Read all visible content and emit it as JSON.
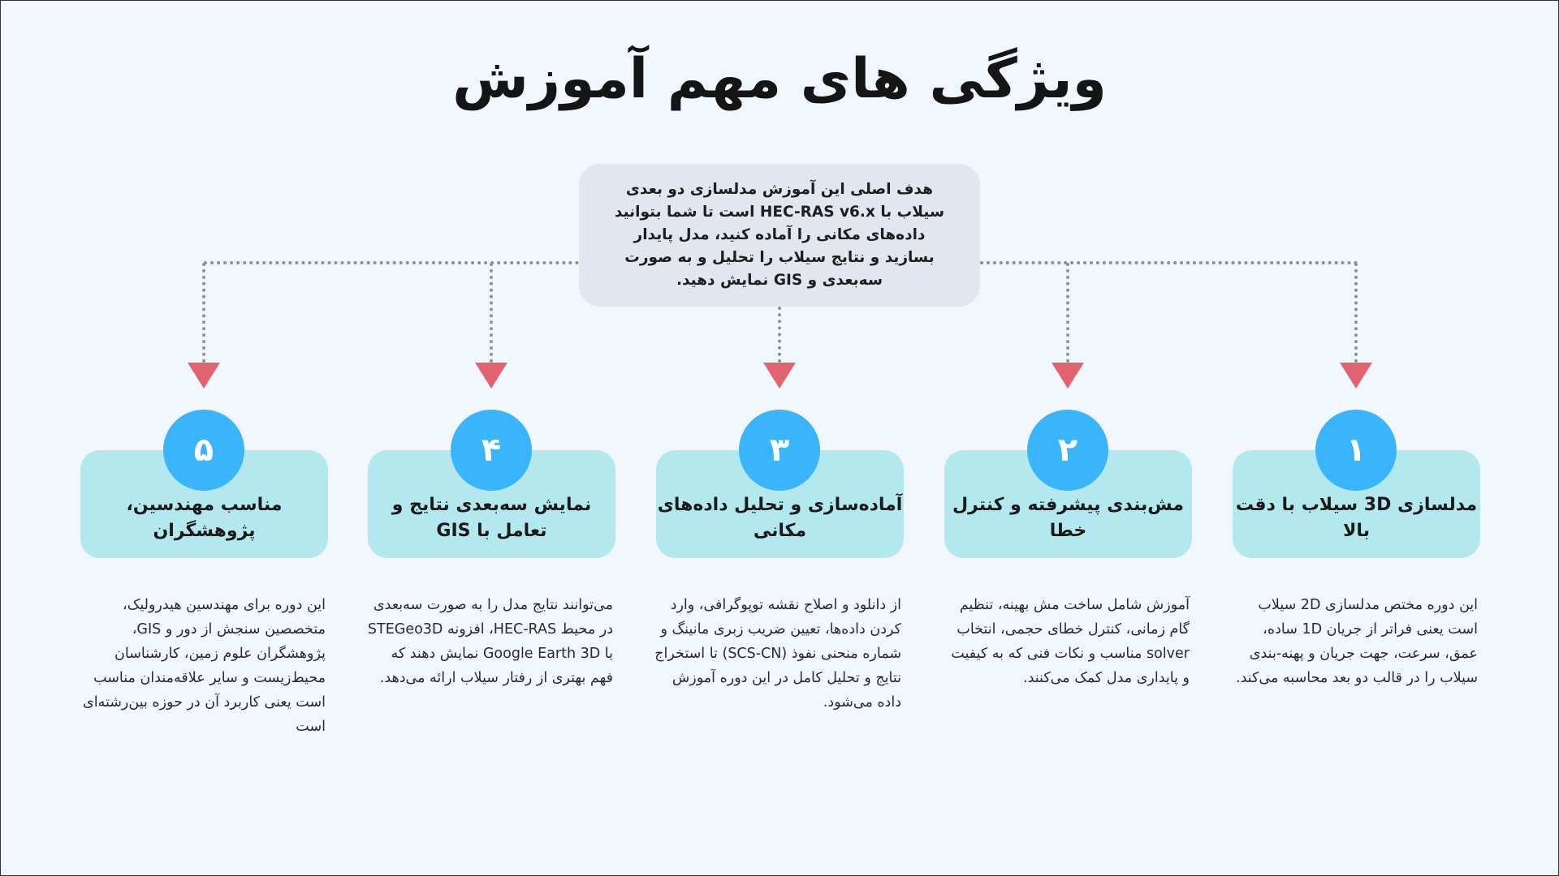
{
  "title": "ویژگی های مهم آموزش",
  "center_text": "هدف اصلی این آموزش مدلسازی دو بعدی سیلاب با HEC-RAS v6.x است تا شما بتوانید داده‌های مکانی را آماده کنید، مدل پایدار بسازید و نتایج سیلاب را تحلیل و به صورت سه‌بعدی و GIS نمایش دهید.",
  "colors": {
    "background": "#f2f7fd",
    "center_box": "#e2e6ef",
    "card": "#b3e9ee",
    "circle": "#3ab4fa",
    "arrow": "#e0636f",
    "connector": "#8c8f94"
  },
  "features": [
    {
      "number": "۱",
      "heading": "مدلسازی 3D سیلاب با دقت بالا",
      "description": "این دوره مختص مدلسازی 2D سیلاب است یعنی فراتر از جریان 1D ساده، عمق، سرعت، جهت جریان و پهنه-بندی سیلاب را در قالب دو بعد محاسبه می‌کند."
    },
    {
      "number": "۲",
      "heading": "مش‌بندی پیشرفته و کنترل خطا",
      "description": "آموزش شامل ساخت مش بهینه، تنظیم گام زمانی، کنترل خطای حجمی، انتخاب solver مناسب و نکات فنی که به کیفیت و پایداری مدل کمک می‌کنند."
    },
    {
      "number": "۳",
      "heading": "آماده‌سازی و تحلیل داده‌های مکانی",
      "description": "از دانلود و اصلاح نقشه توپوگرافی، وارد کردن داده‌ها، تعیین ضریب زبری مانینگ و شماره منحنی نفوذ (SCS-CN) تا استخراج نتایج و تحلیل کامل در این دوره آموزش داده می‌شود."
    },
    {
      "number": "۴",
      "heading": "نمایش سه‌بعدی نتایج و تعامل با GIS",
      "description": "می‌توانند نتایج مدل را به صورت سه‌بعدی در محیط HEC-RAS، افزونه STEGeo3D یا Google Earth 3D نمایش دهند که فهم بهتری از رفتار سیلاب ارائه می‌دهد."
    },
    {
      "number": "۵",
      "heading": "مناسب مهندسین، پژوهشگران",
      "description": "این دوره برای مهندسین هیدرولیک، متخصصین سنجش از دور و GIS، پژوهشگران علوم زمین، کارشناسان محیط‌زیست و سایر علاقه‌مندان مناسب است یعنی کاربرد آن در حوزه بین‌رشته‌ای است"
    }
  ]
}
